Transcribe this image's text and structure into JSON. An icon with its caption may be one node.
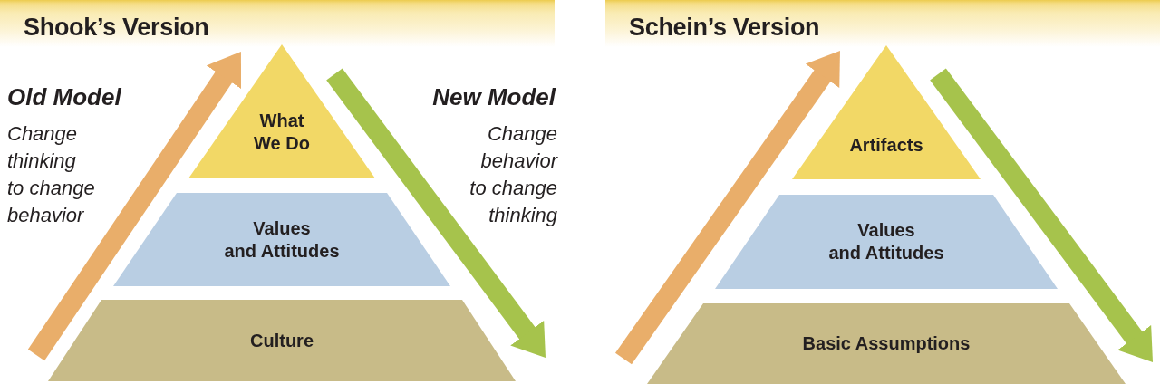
{
  "diagram": {
    "nodes": [
      {
        "text": [
          "Shook’s Version"
        ]
      },
      {
        "text": [
          "What We Do"
        ]
      },
      {
        "text": [
          "Values and Attitudes"
        ]
      },
      {
        "text": [
          "Culture"
        ]
      },
      {
        "text": [
          "Schein’s Version"
        ]
      },
      {
        "text": [
          "Artifacts"
        ]
      },
      {
        "text": [
          "Values and Attitudes"
        ]
      },
      {
        "text": [
          "Basic Assumptions"
        ]
      }
    ],
    "edges": [
      {
        "from": 3,
        "to": 1,
        "arrow": "to",
        "color": "#e9ae6a"
      },
      {
        "from": 1,
        "to": 3,
        "arrow": "to",
        "color": "#a6c34c"
      },
      {
        "from": 7,
        "to": 5,
        "arrow": "to",
        "color": "#e9ae6a"
      },
      {
        "from": 5,
        "to": 7,
        "arrow": "to",
        "color": "#a6c34c"
      }
    ],
    "labels": [
      "Old Model",
      "Change thinking to change behavior",
      "New Model",
      "Change behavior to change thinking"
    ]
  }
}
